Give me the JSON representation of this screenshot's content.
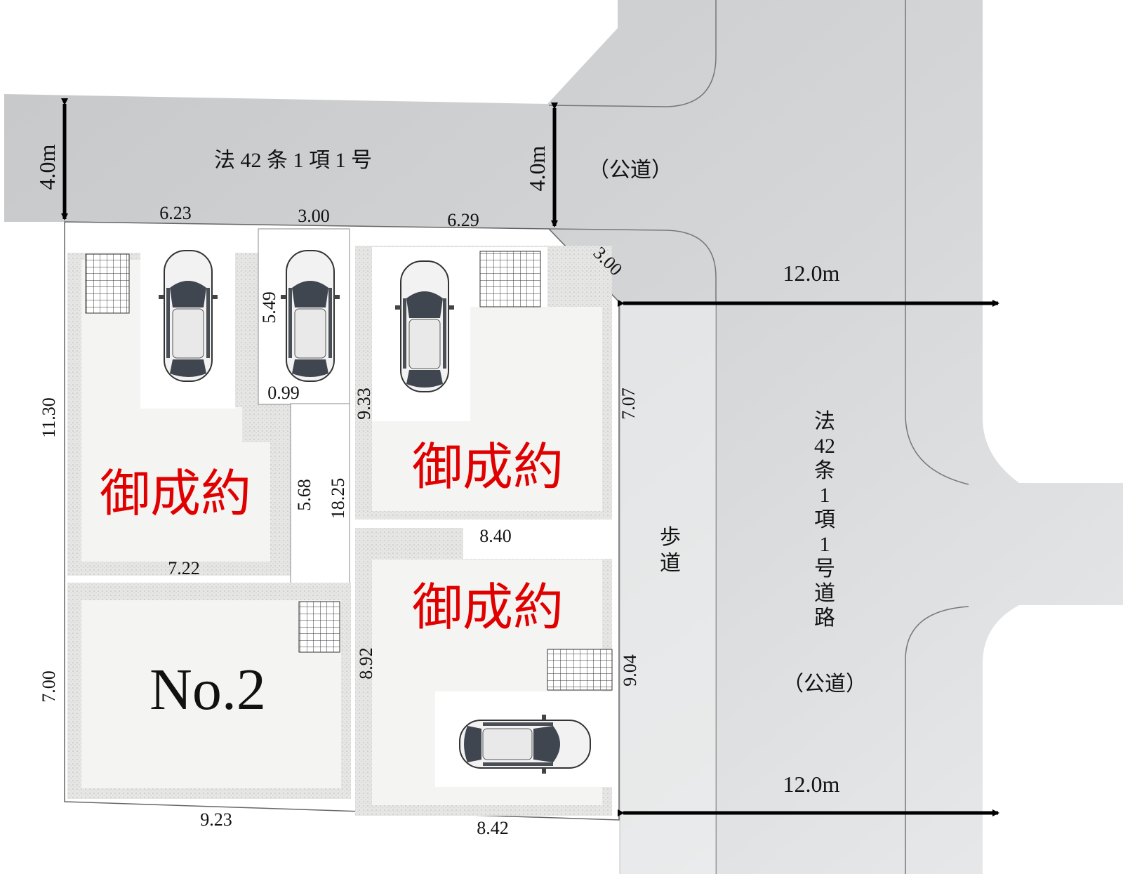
{
  "road_north": {
    "name": "法 42 条 1 項 1 号",
    "width": "4.0m",
    "type": "（公道）"
  },
  "road_corner": {
    "width": "4.0m"
  },
  "road_east": {
    "name_chars": [
      "法",
      "42",
      "条",
      "1",
      "項",
      "1",
      "号",
      "道",
      "路"
    ],
    "type": "（公道）",
    "width_top": "12.0m",
    "width_bottom": "12.0m",
    "sidewalk": [
      "歩",
      "道"
    ]
  },
  "dimensions": {
    "top_left": "6.23",
    "top_mid": "3.00",
    "top_right": "6.29",
    "corner_cut": "3.00",
    "left_upper": "11.30",
    "left_lower": "7.00",
    "lane_depth": "5.49",
    "lane_narrow": "0.99",
    "lane_5_68": "5.68",
    "lane_18_25": "18.25",
    "lot1_width": "7.22",
    "lot3_side": "9.33",
    "east_upper": "7.07",
    "mid_right": "8.40",
    "lot4_side": "8.92",
    "east_lower": "9.04",
    "bottom_left": "9.23",
    "bottom_right": "8.42"
  },
  "lots": {
    "lot1_status": "御成約",
    "lot2_label": "No.2",
    "lot3_status": "御成約",
    "lot4_status": "御成約"
  },
  "colors": {
    "sold": "#e00000",
    "road": "#cfd1d3",
    "lot_fill": "#f4f4f2",
    "border": "#dcdcda"
  }
}
